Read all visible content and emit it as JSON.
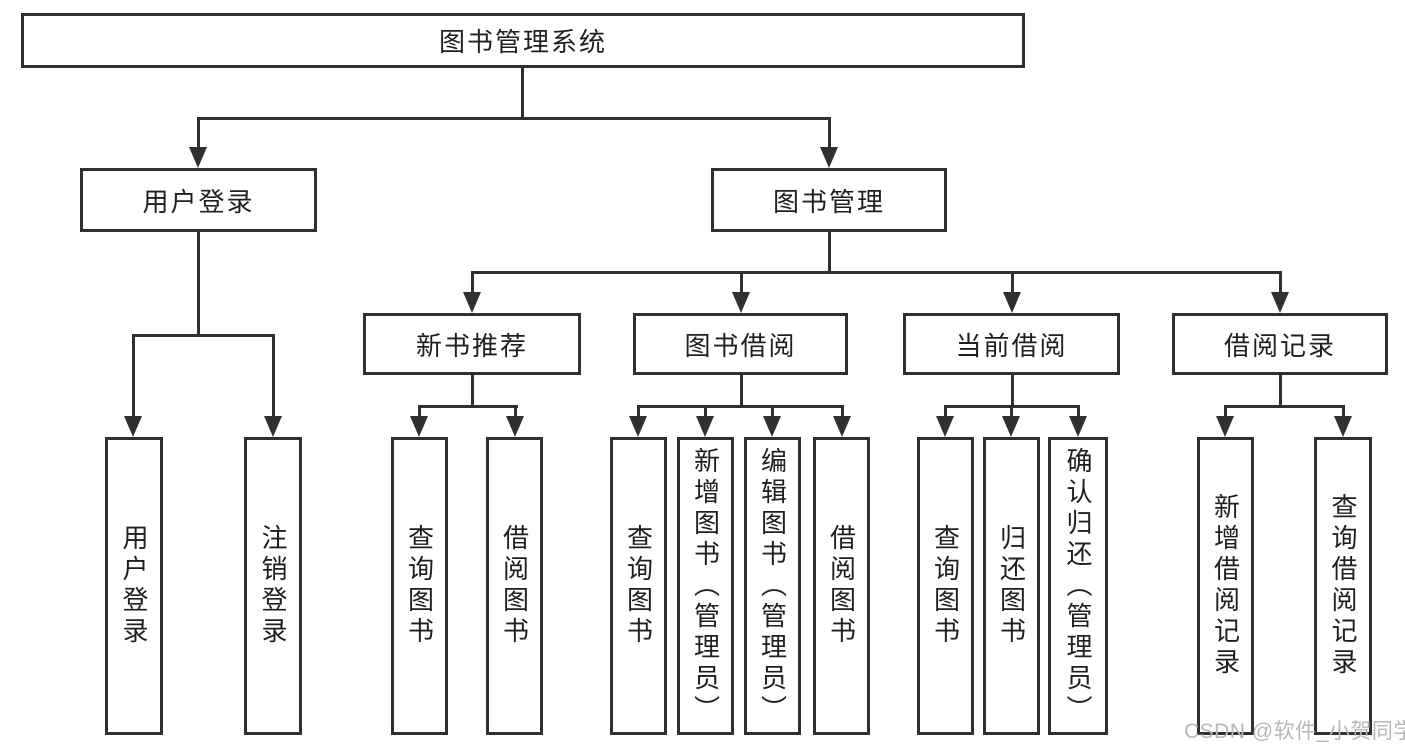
{
  "diagram": {
    "root_label": "图书管理系统",
    "level2": {
      "user_login": "用户登录",
      "book_mgmt": "图书管理"
    },
    "level3": {
      "new_book": "新书推荐",
      "book_borrow": "图书借阅",
      "current_borrow": "当前借阅",
      "borrow_record": "借阅记录"
    },
    "leaves": {
      "user_login": "用户登录",
      "logout": "注销登录",
      "nb_query_book": "查询图书",
      "nb_borrow_book": "借阅图书",
      "bb_query_book": "查询图书",
      "bb_add_book": "新增图书（管理员）",
      "bb_edit_book": "编辑图书（管理员）",
      "bb_borrow_book": "借阅图书",
      "cb_query_book": "查询图书",
      "cb_return_book": "归还图书",
      "cb_confirm_return": "确认归还（管理员）",
      "br_add_record": "新增借阅记录",
      "br_query_record": "查询借阅记录"
    }
  },
  "watermark": {
    "text": "CSDN @软件_小贺同学"
  },
  "colors": {
    "line": "#303030",
    "text": "#1f1f1f",
    "watermark": "#b7b7b7",
    "background": "#ffffff"
  }
}
